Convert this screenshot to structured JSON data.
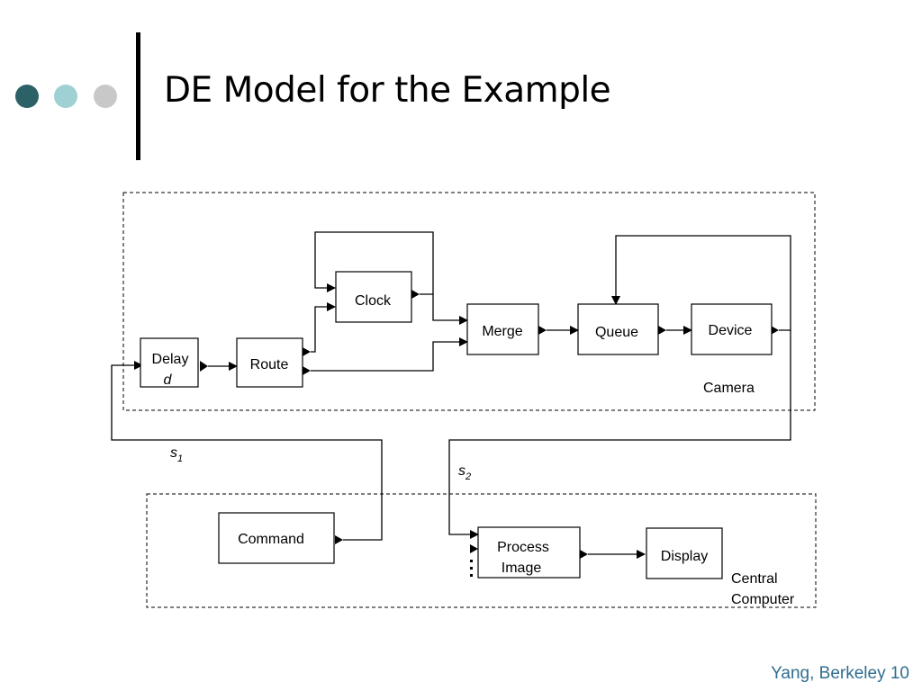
{
  "slide": {
    "title": "DE Model for the Example",
    "footer": "Yang, Berkeley 10"
  },
  "colors": {
    "dot_1": "#2d6168",
    "dot_2": "#9fd0d3",
    "dot_3": "#c8c8c8",
    "footer_text": "#2f6e8f"
  },
  "diagram": {
    "regions": {
      "camera": "Camera",
      "central_line1": "Central",
      "central_line2": "Computer"
    },
    "blocks": {
      "delay": "Delay",
      "delay_param": "d",
      "route": "Route",
      "clock": "Clock",
      "merge": "Merge",
      "queue": "Queue",
      "device": "Device",
      "command": "Command",
      "process_line1": "Process",
      "process_line2": "Image",
      "display": "Display"
    },
    "signals": {
      "s1_base": "s",
      "s1_sub": "1",
      "s2_base": "s",
      "s2_sub": "2"
    }
  }
}
